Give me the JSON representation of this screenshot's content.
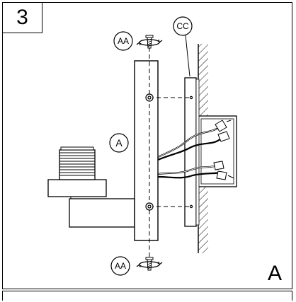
{
  "step_number": "3",
  "corner_label": "A",
  "callouts": {
    "screw_top": "AA",
    "screw_bottom": "AA",
    "wall_plate": "CC",
    "bracket": "A"
  },
  "icons": [
    "screw-icon",
    "rotate-arrow-icon",
    "wall-hatch-icon",
    "lamp-socket-icon",
    "wire-connector-icon"
  ]
}
